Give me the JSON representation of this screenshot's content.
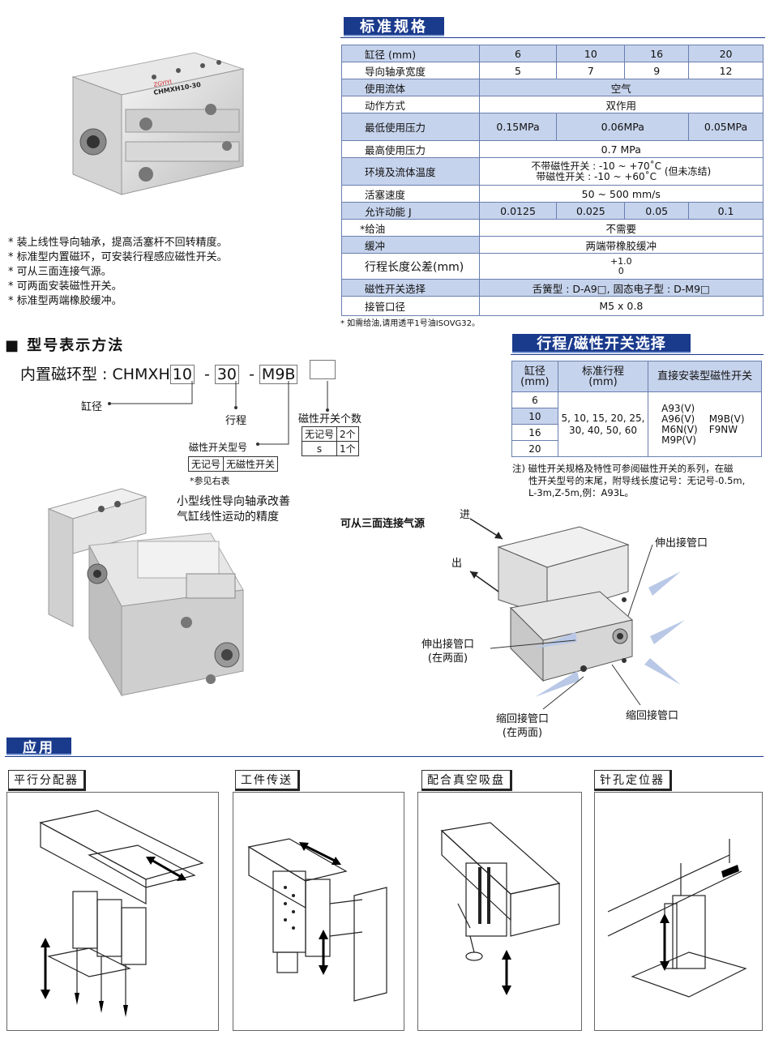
{
  "spec": {
    "title": "标准规格",
    "rows": {
      "bore": {
        "label": "缸径 (mm)",
        "v": [
          "6",
          "10",
          "16",
          "20"
        ]
      },
      "guide": {
        "label": "导向轴承宽度",
        "v": [
          "5",
          "7",
          "9",
          "12"
        ]
      },
      "fluid": {
        "label": "使用流体",
        "v": "空气"
      },
      "action": {
        "label": "动作方式",
        "v": "双作用"
      },
      "minp": {
        "label": "最低使用压力",
        "v": [
          "0.15MPa",
          "0.06MPa",
          "0.05MPa"
        ]
      },
      "maxp": {
        "label": "最高使用压力",
        "v": "0.7 MPa"
      },
      "temp": {
        "label": "环境及流体温度",
        "v1": "不带磁性开关 : -10 ~ +70˚C",
        "v2": "带磁性开关 : -10 ~ +60˚C",
        "v3": "(但未冻结)"
      },
      "speed": {
        "label": "活塞速度",
        "v": "50 ~ 500 mm/s"
      },
      "energy": {
        "label": "允许动能 J",
        "v": [
          "0.0125",
          "0.025",
          "0.05",
          "0.1"
        ]
      },
      "oil": {
        "label": "*给油",
        "v": "不需要"
      },
      "cushion": {
        "label": "缓冲",
        "v": "两端带橡胶缓冲"
      },
      "tol": {
        "label": "行程长度公差(mm)",
        "v1": "+1.0",
        "v2": "0"
      },
      "switch": {
        "label": "磁性开关选择",
        "v": "舌簧型 : D-A9□,  固态电子型 : D-M9□"
      },
      "port": {
        "label": "接管口径",
        "v": "M5 x 0.8"
      }
    },
    "footnote": "* 如需给油,请用透平1号油ISOVG32。"
  },
  "product": {
    "label": "CHMXH10-30",
    "brand": "ZGYIYI"
  },
  "features": [
    "* 装上线性导向轴承，提高活塞杆不回转精度。",
    "* 标准型内置磁环，可安装行程感应磁性开关。",
    "* 可从三面连接气源。",
    "* 可两面安装磁性开关。",
    "* 标准型两端橡胶缓冲。"
  ],
  "model": {
    "title": "■ 型号表示方法",
    "prefix": "内置磁环型 : CHMXH",
    "p1": "10",
    "dash1": "-",
    "p2": "30",
    "dash2": "-",
    "p3": "M9B",
    "bore": "缸径",
    "stroke": "行程",
    "switch_type": "磁性开关型号",
    "no_mark": "无记号",
    "no_switch": "无磁性开关",
    "see_right": "*参见右表",
    "switch_count": "磁性开关个数",
    "count_rows": [
      [
        "无记号",
        "2个"
      ],
      [
        "s",
        "1个"
      ]
    ]
  },
  "caption": {
    "l1": "小型线性导向轴承改善",
    "l2": "气缸线性运动的精度"
  },
  "sel": {
    "title": "行程/磁性开关选择",
    "h_bore": "缸径\n(mm)",
    "h_stroke": "标准行程\n(mm)",
    "h_switch": "直接安装型磁性开关",
    "bores": [
      "6",
      "10",
      "16",
      "20"
    ],
    "strokes1": "5, 10, 15, 20, 25,",
    "strokes2": "30, 40, 50, 60",
    "sw1": [
      "A93(V)",
      "A96(V)",
      "M6N(V)",
      "M9P(V)"
    ],
    "sw2": [
      "M9B(V)",
      "F9NW"
    ],
    "note1": "注) 磁性开关规格及特性可参阅磁性开关的系列，在磁",
    "note2": "性开关型号的末尾，附导线长度记号：无记号-0.5m,",
    "note3": "L-3m,Z-5m,例：A93L。"
  },
  "ports": {
    "title": "可从三面连接气源",
    "in": "进",
    "out": "出",
    "ext_top": "伸出接管口",
    "ext_side": "伸出接管口",
    "ext_side2": "(在两面)",
    "ret_bot": "缩回接管口",
    "ret_bot2": "(在两面)",
    "ret_right": "缩回接管口"
  },
  "apps": {
    "title": "应用",
    "items": [
      "平行分配器",
      "工件传送",
      "配合真空吸盘",
      "针孔定位器"
    ]
  }
}
